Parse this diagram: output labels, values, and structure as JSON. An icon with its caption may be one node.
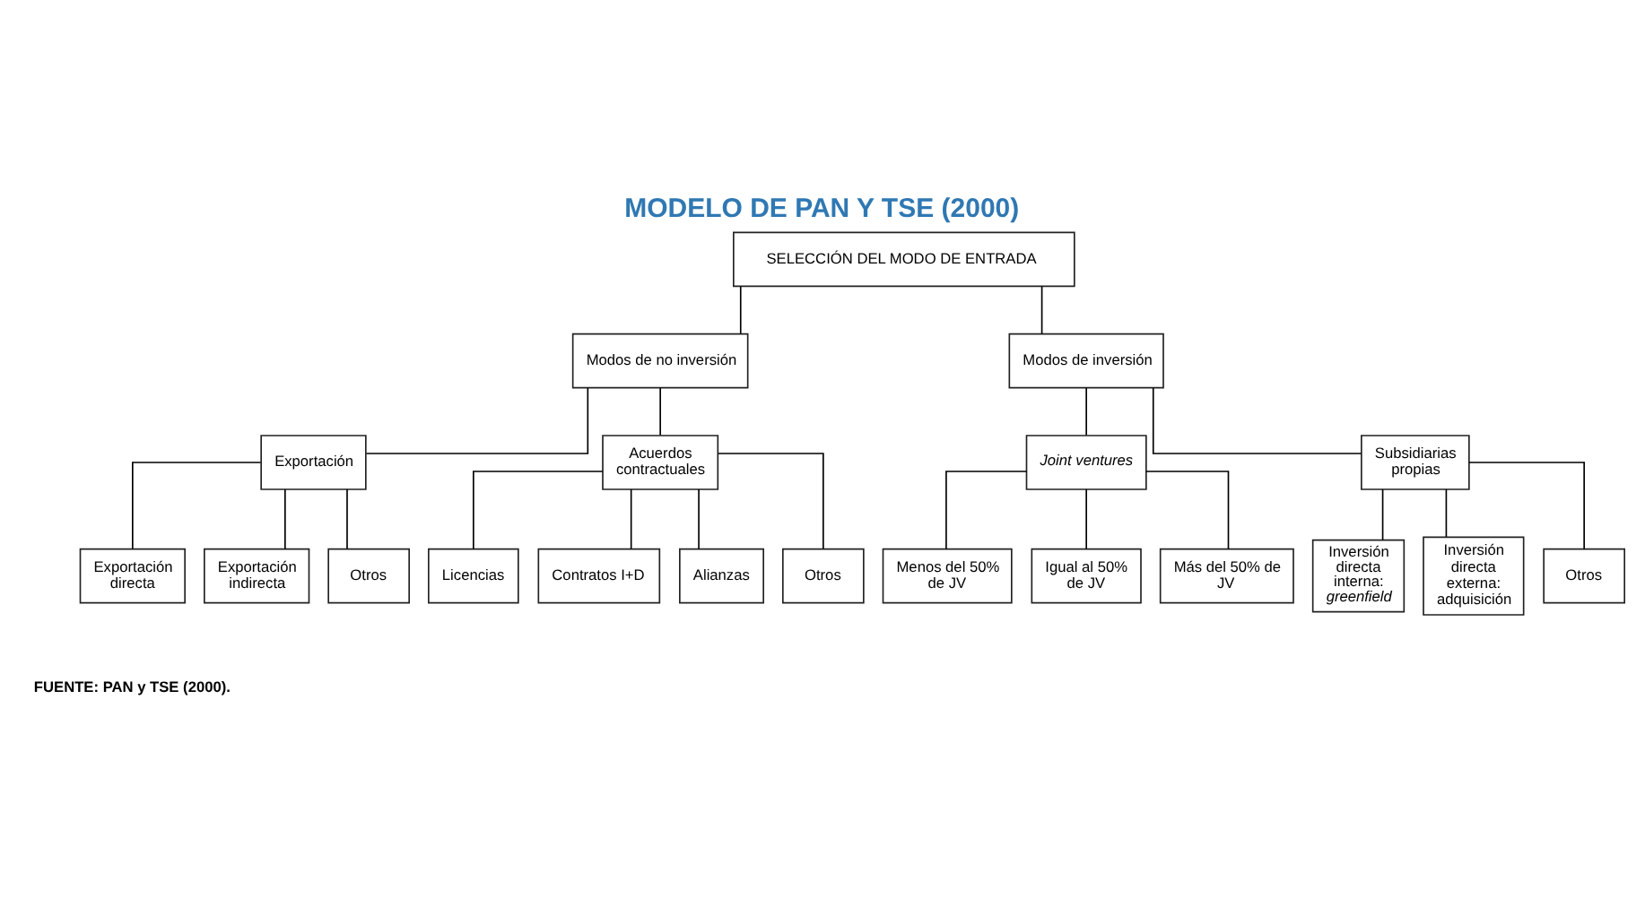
{
  "diagram": {
    "title": "MODELO DE PAN Y TSE (2000)",
    "caption": "FUENTE: PAN y TSE (2000).",
    "nodes": [
      {
        "text": [
          "SELECCIÓN DEL MODO DE ENTRADA"
        ]
      },
      {
        "text": [
          "Modos de no inversión"
        ]
      },
      {
        "text": [
          "Modos de inversión"
        ]
      },
      {
        "text": [
          "Exportación"
        ]
      },
      {
        "text": [
          "Acuerdos contractuales"
        ]
      },
      {
        "text": [
          "Joint ventures"
        ]
      },
      {
        "text": [
          "Subsidiarias propias"
        ]
      },
      {
        "text": [
          "Exportación directa"
        ]
      },
      {
        "text": [
          "Exportación indirecta"
        ]
      },
      {
        "text": [
          "Otros"
        ]
      },
      {
        "text": [
          "Licencias"
        ]
      },
      {
        "text": [
          "Contratos I+D"
        ]
      },
      {
        "text": [
          "Alianzas"
        ]
      },
      {
        "text": [
          "Otros"
        ]
      },
      {
        "text": [
          "Menos del 50% de JV"
        ]
      },
      {
        "text": [
          "Igual al 50% de JV"
        ]
      },
      {
        "text": [
          "Más del 50% de JV"
        ]
      },
      {
        "text": [
          "Inversión directa interna: *greenfield*"
        ]
      },
      {
        "text": [
          "Inversión directa externa: adquisición"
        ]
      },
      {
        "text": [
          "Otros"
        ]
      }
    ],
    "edges": [
      {
        "from": 0,
        "to": 1,
        "arrow": "none"
      },
      {
        "from": 0,
        "to": 2,
        "arrow": "none"
      },
      {
        "from": 1,
        "to": 3,
        "arrow": "none"
      },
      {
        "from": 1,
        "to": 4,
        "arrow": "none"
      },
      {
        "from": 2,
        "to": 5,
        "arrow": "none"
      },
      {
        "from": 2,
        "to": 6,
        "arrow": "none"
      },
      {
        "from": 3,
        "to": 7,
        "arrow": "none"
      },
      {
        "from": 3,
        "to": 8,
        "arrow": "none"
      },
      {
        "from": 3,
        "to": 9,
        "arrow": "none"
      },
      {
        "from": 4,
        "to": 10,
        "arrow": "none"
      },
      {
        "from": 4,
        "to": 11,
        "arrow": "none"
      },
      {
        "from": 4,
        "to": 12,
        "arrow": "none"
      },
      {
        "from": 4,
        "to": 13,
        "arrow": "none"
      },
      {
        "from": 5,
        "to": 14,
        "arrow": "none"
      },
      {
        "from": 5,
        "to": 15,
        "arrow": "none"
      },
      {
        "from": 5,
        "to": 16,
        "arrow": "none"
      },
      {
        "from": 6,
        "to": 17,
        "arrow": "none"
      },
      {
        "from": 6,
        "to": 18,
        "arrow": "none"
      },
      {
        "from": 6,
        "to": 19,
        "arrow": "none"
      }
    ]
  }
}
